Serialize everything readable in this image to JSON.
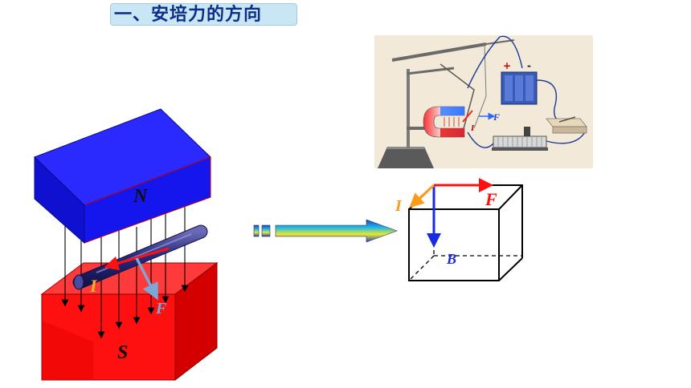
{
  "title": "一、安培力的方向",
  "magnet": {
    "north_label": "N",
    "south_label": "S"
  },
  "magnet_diagram": {
    "current_label": "I",
    "force_label": "F"
  },
  "photo": {
    "force_label": "F",
    "current_label": "I",
    "plus_label": "+",
    "minus_label": "-"
  },
  "cube": {
    "current_label": "I",
    "force_label": "F",
    "field_label": "B"
  },
  "colors": {
    "title_text": "#0a2e8a",
    "title_bg": "#c8e6f4",
    "north": "#1515ee",
    "south": "#ff1010",
    "current": "#ff9a1a",
    "force_cube": "#ff1010",
    "field": "#1a2ae0",
    "rod": "#2a2a8a",
    "force_magnet": "#7aa8d8"
  }
}
